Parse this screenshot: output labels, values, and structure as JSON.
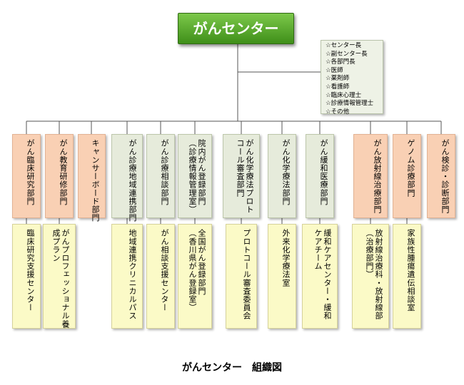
{
  "root": {
    "label": "がんセンター"
  },
  "roster": [
    "☆センター長",
    "☆副センター長",
    "☆各部門長",
    "☆医師",
    "☆薬剤師",
    "☆看護師",
    "☆臨床心理士",
    "☆診療情報管理士",
    "☆その他"
  ],
  "departments": [
    {
      "label": "がん臨床研究部門",
      "color": "#f9d0b4"
    },
    {
      "label": "がん教育研修部門",
      "color": "#f9d0b4"
    },
    {
      "label": "キャンサーボード部門",
      "color": "#f9d0b4"
    },
    {
      "label": "がん診療地域連携部門",
      "color": "#e6ebdb"
    },
    {
      "label": "がん診療相談部門",
      "color": "#e6ebdb"
    },
    {
      "label": "院内がん登録部門\n（診療情報管理室）",
      "color": "#e6ebdb"
    },
    {
      "label": "がん化学療法プロト\nコール審査部門",
      "color": "#e6ebdb"
    },
    {
      "label": "がん化学療法部門",
      "color": "#e6ebdb"
    },
    {
      "label": "がん緩和医療部門",
      "color": "#e6ebdb"
    },
    {
      "label": "がん放射線治療部門",
      "color": "#f9d0b4"
    },
    {
      "label": "ゲノム診療部門",
      "color": "#f9d0b4"
    },
    {
      "label": "がん検診・診断部門",
      "color": "#f9d0b4"
    }
  ],
  "units": [
    {
      "label": "臨床研究支援センター"
    },
    {
      "label": "がんプロフェッショナル養\n成プラン"
    },
    {
      "label": "地域連携クリニカルパス"
    },
    {
      "label": "がん相談支援センター"
    },
    {
      "label": "全国がん登録部門\n（香川県がん登録室）"
    },
    {
      "label": "プロトコール審査委員会"
    },
    {
      "label": "外来化学療法室"
    },
    {
      "label": "緩和ケアセンター・緩和\nケアチーム"
    },
    {
      "label": "放射線治療科・放射線部\n（治療部門）"
    },
    {
      "label": "家族性腫瘍遺伝相談室"
    }
  ],
  "caption": "がんセンター　組織図"
}
